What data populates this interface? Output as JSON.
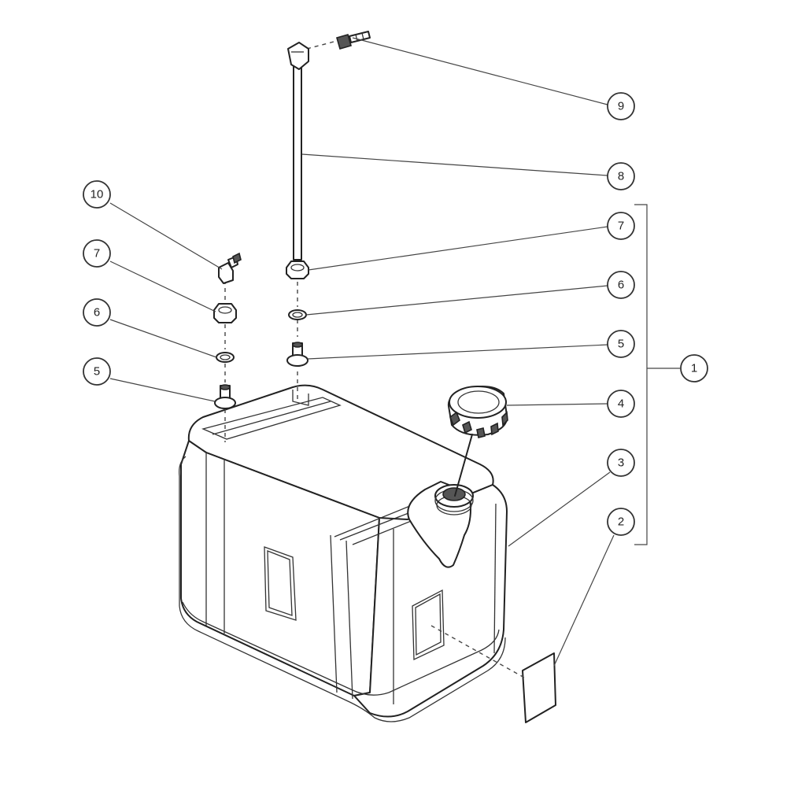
{
  "callouts": {
    "c1": "1",
    "c2": "2",
    "c3": "3",
    "c4": "4",
    "c5_right": "5",
    "c5_left": "5",
    "c6_right": "6",
    "c6_left": "6",
    "c7_right": "7",
    "c7_left": "7",
    "c8": "8",
    "c9": "9",
    "c10": "10"
  }
}
